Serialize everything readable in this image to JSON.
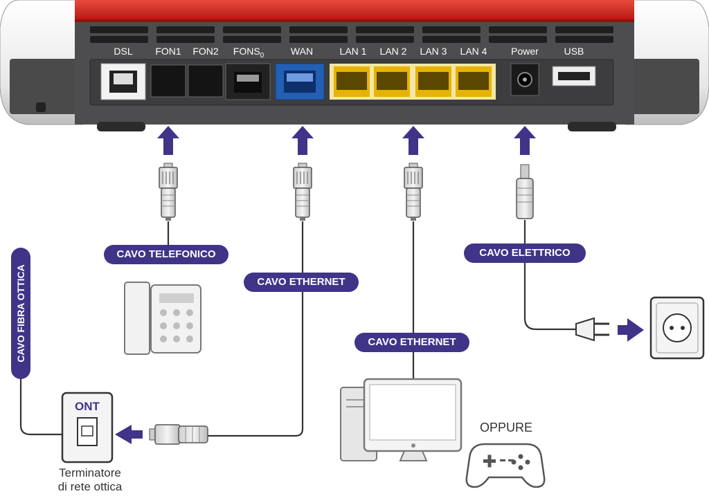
{
  "router": {
    "ports": [
      {
        "id": "dsl",
        "label": "DSL"
      },
      {
        "id": "fon1",
        "label": "FON1"
      },
      {
        "id": "fon2",
        "label": "FON2"
      },
      {
        "id": "fons0",
        "label": "FONS",
        "sub": "0"
      },
      {
        "id": "wan",
        "label": "WAN"
      },
      {
        "id": "lan1",
        "label": "LAN 1"
      },
      {
        "id": "lan2",
        "label": "LAN 2"
      },
      {
        "id": "lan3",
        "label": "LAN 3"
      },
      {
        "id": "lan4",
        "label": "LAN 4"
      },
      {
        "id": "power",
        "label": "Power"
      },
      {
        "id": "usb",
        "label": "USB"
      }
    ]
  },
  "cables": {
    "phone": "CAVO TELEFONICO",
    "ethernet_wan": "CAVO ETHERNET",
    "ethernet_lan": "CAVO ETHERNET",
    "power": "CAVO ELETTRICO",
    "fiber": "CAVO FIBRA OTTICA"
  },
  "devices": {
    "ont_label": "ONT",
    "ont_caption_line1": "Terminatore",
    "ont_caption_line2": "di rete ottica",
    "or_label": "OPPURE"
  },
  "colors": {
    "accent": "#3f3487",
    "router_red": "#c8201e",
    "router_body": "#505050",
    "wan_port": "#2360b5",
    "lan_port": "#e6b400",
    "cable": "#333333"
  }
}
